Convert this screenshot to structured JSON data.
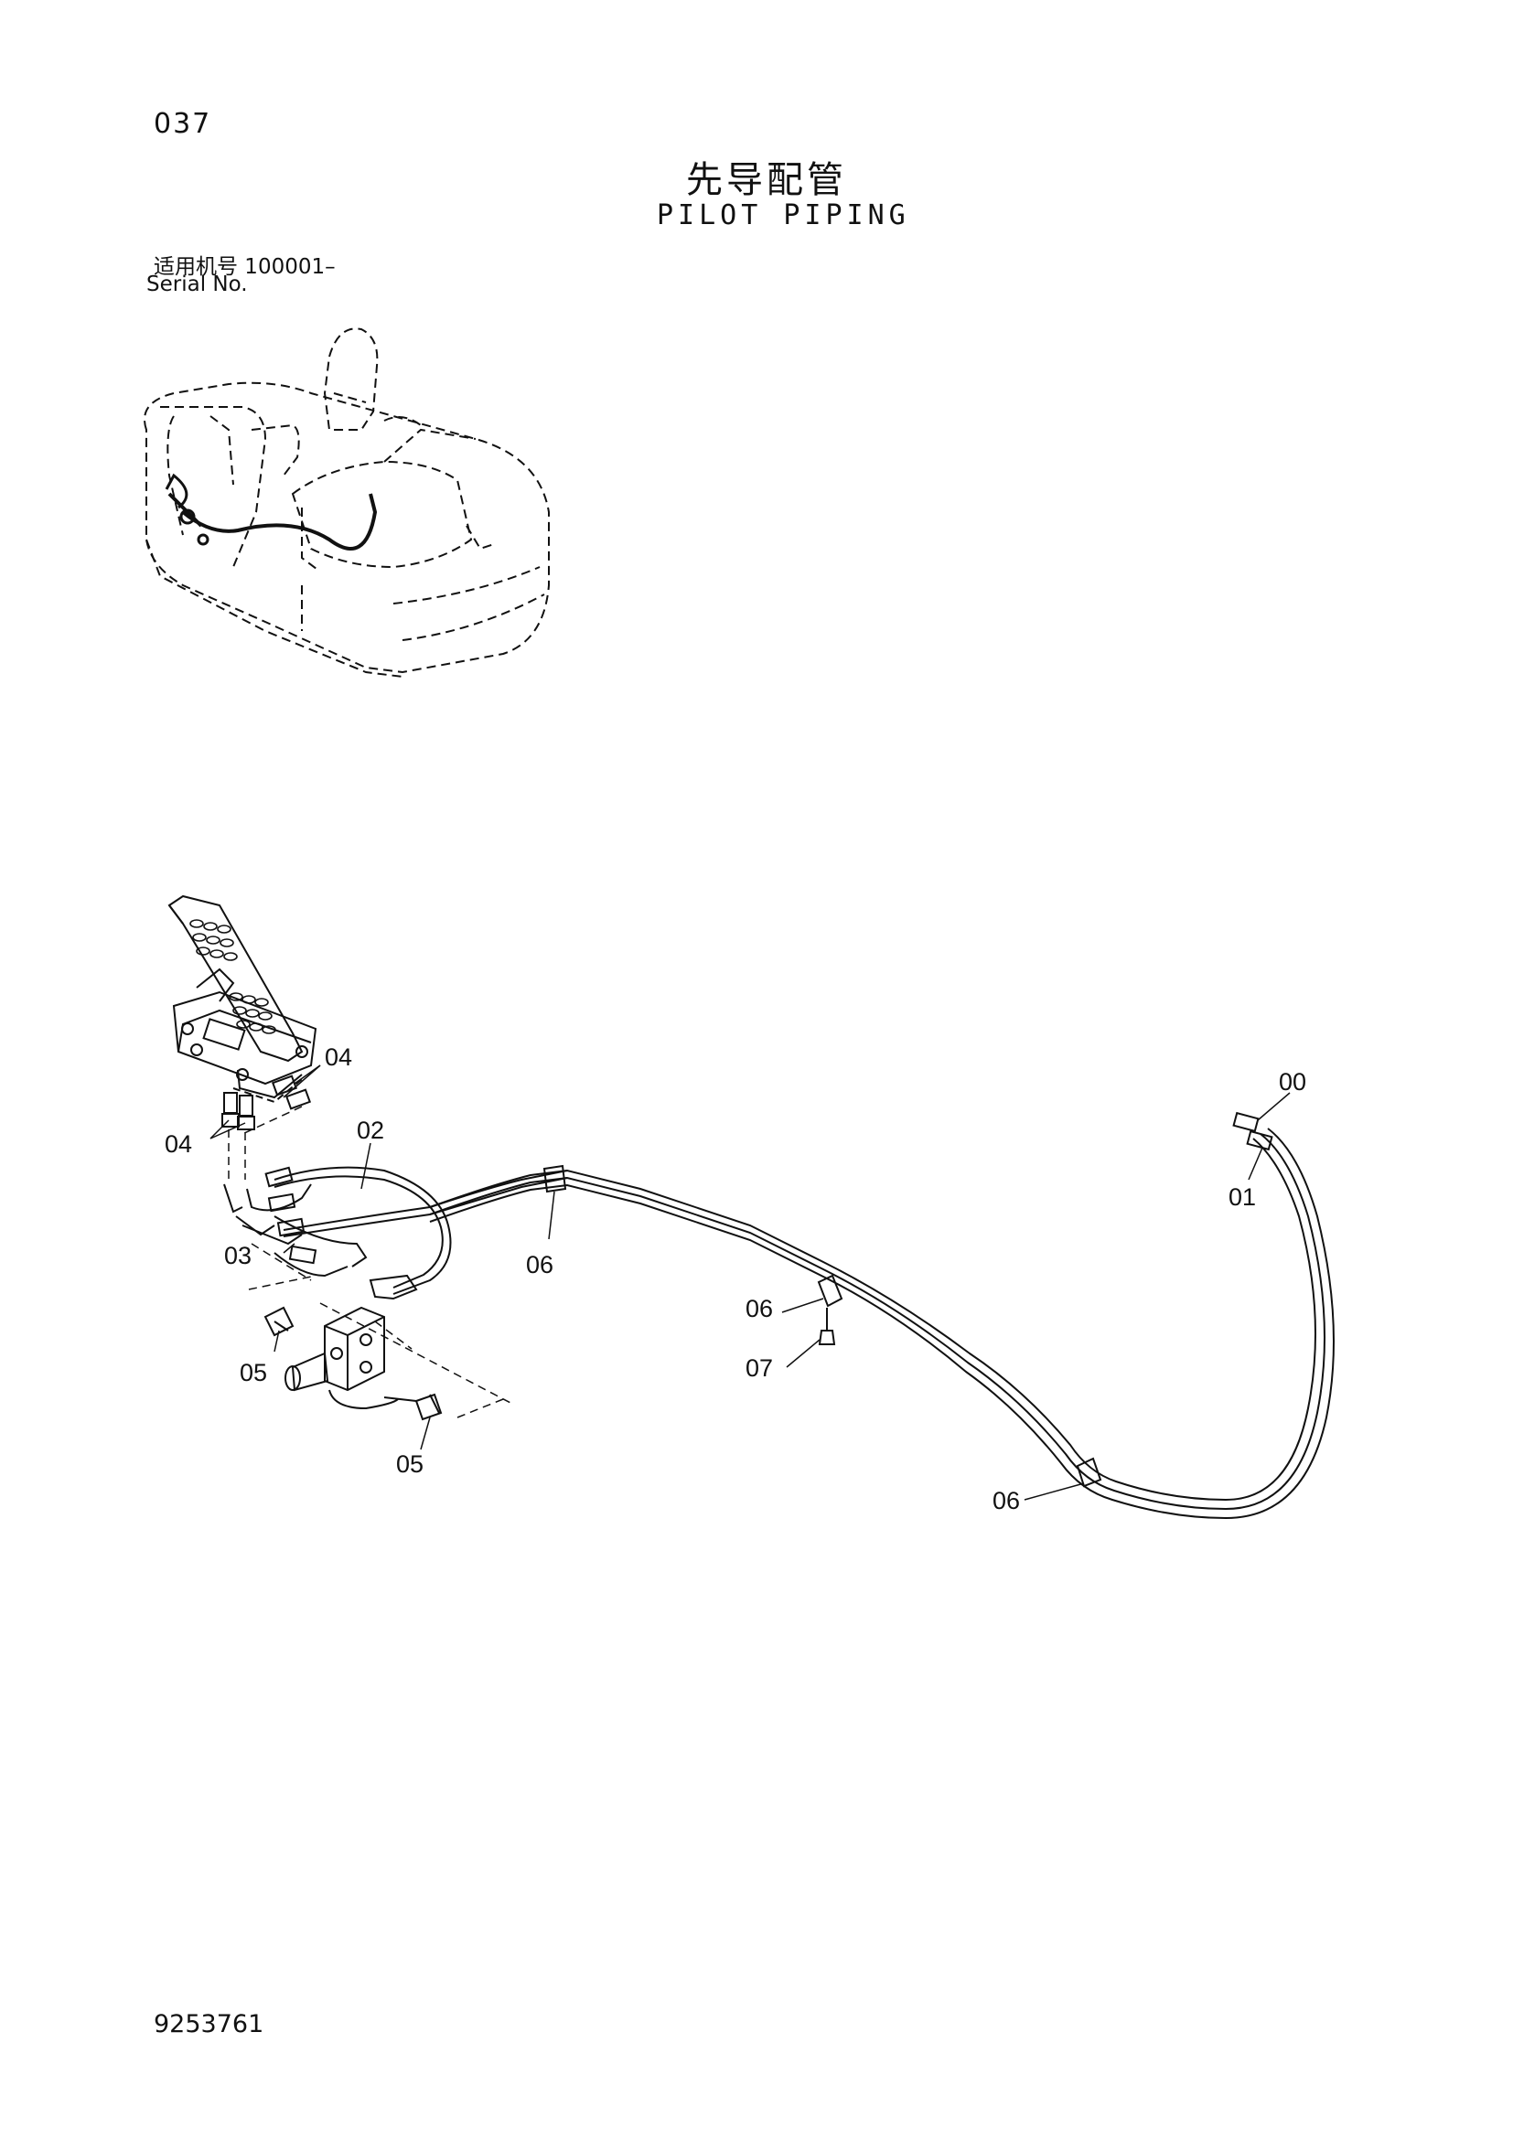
{
  "header": {
    "page_number": "037",
    "title_cn": "先导配管",
    "title_en": "PILOT PIPING",
    "serial_cn": "适用机号  100001–",
    "serial_en": "Serial No."
  },
  "callouts": {
    "c00": "00",
    "c01": "01",
    "c02": "02",
    "c03": "03",
    "c04a": "04",
    "c04b": "04",
    "c05a": "05",
    "c05b": "05",
    "c06a": "06",
    "c06b": "06",
    "c06c": "06",
    "c07": "07"
  },
  "footer": {
    "doc_number": "9253761"
  }
}
